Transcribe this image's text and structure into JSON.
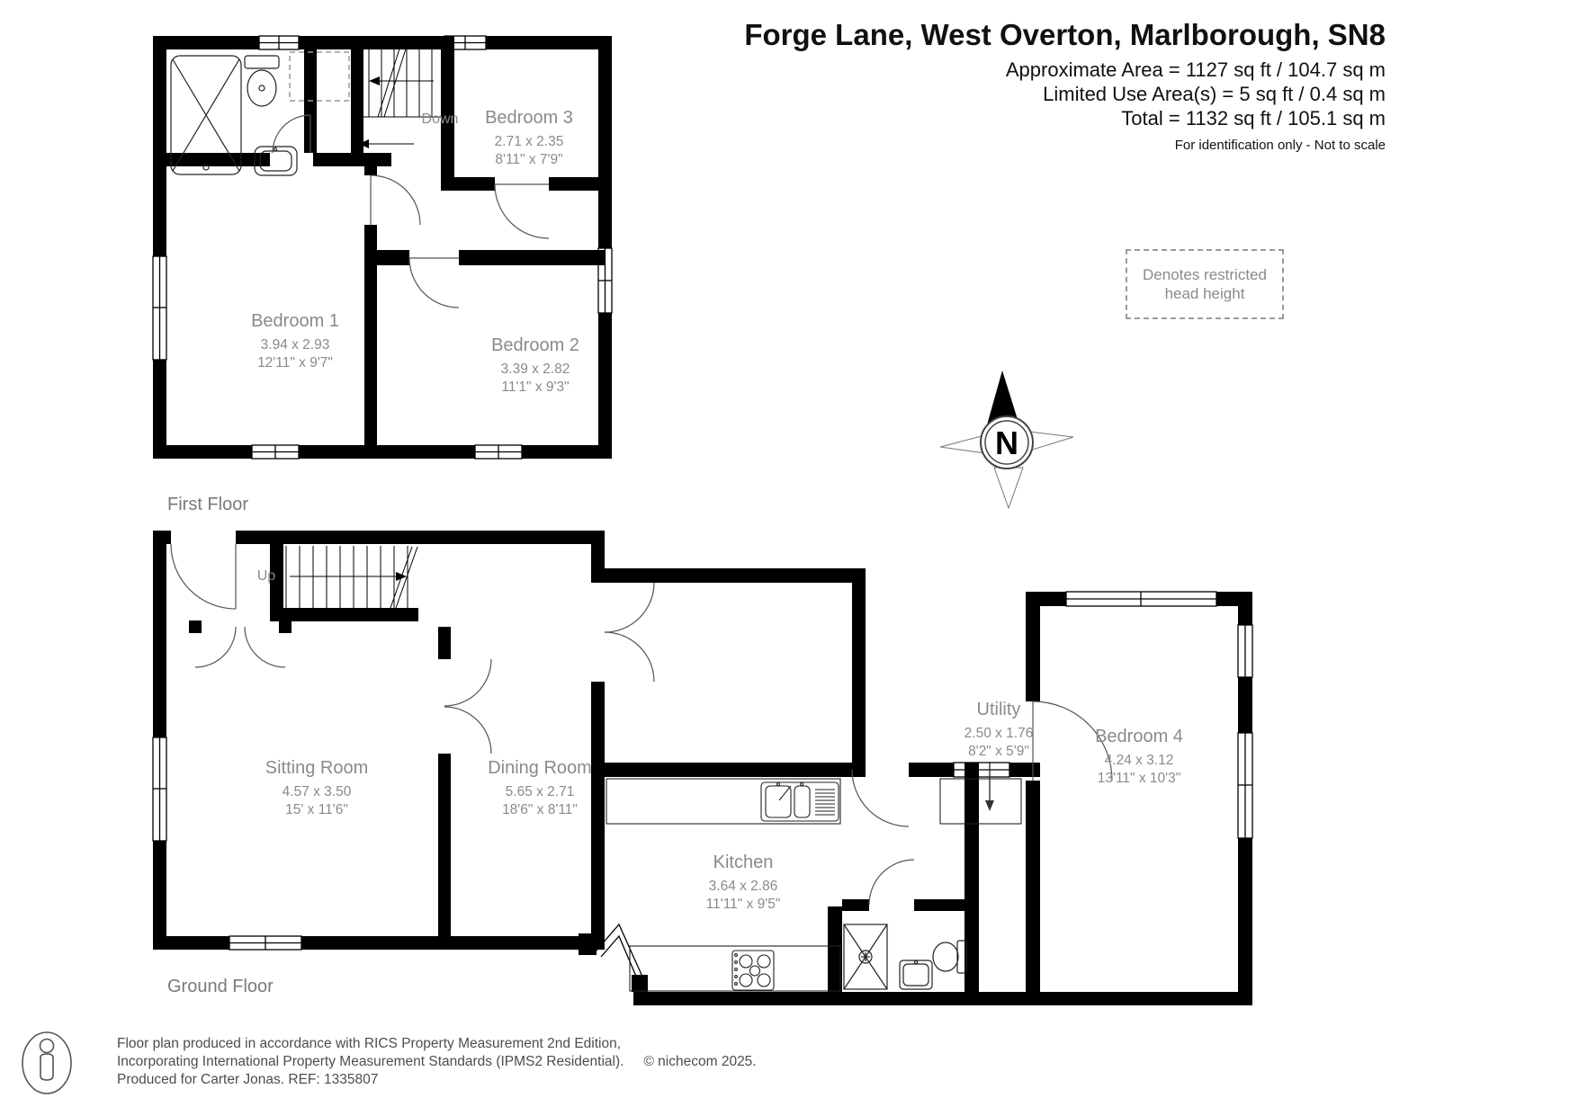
{
  "header": {
    "title": "Forge Lane, West Overton, Marlborough, SN8",
    "area_line1": "Approximate Area = 1127 sq ft / 104.7 sq m",
    "area_line2": "Limited Use Area(s) = 5 sq ft / 0.4 sq m",
    "area_line3": "Total = 1132 sq ft / 105.1 sq m",
    "disclaimer": "For identification only - Not to scale"
  },
  "legend": {
    "line1": "Denotes restricted",
    "line2": "head height"
  },
  "compass": {
    "label": "N"
  },
  "floors": {
    "first": {
      "label": "First Floor",
      "stairs_label": "Down",
      "rooms": [
        {
          "name": "Bedroom 1",
          "metric": "3.94 x 2.93",
          "imperial": "12'11\" x 9'7\""
        },
        {
          "name": "Bedroom 2",
          "metric": "3.39 x 2.82",
          "imperial": "11'1\" x 9'3\""
        },
        {
          "name": "Bedroom 3",
          "metric": "2.71 x 2.35",
          "imperial": "8'11\" x 7'9\""
        }
      ]
    },
    "ground": {
      "label": "Ground Floor",
      "stairs_label": "Up",
      "rooms": [
        {
          "name": "Sitting Room",
          "metric": "4.57 x 3.50",
          "imperial": "15' x 11'6\""
        },
        {
          "name": "Dining Room",
          "metric": "5.65 x 2.71",
          "imperial": "18'6\" x 8'11\""
        },
        {
          "name": "Kitchen",
          "metric": "3.64 x 2.86",
          "imperial": "11'11\" x 9'5\""
        },
        {
          "name": "Utility",
          "metric": "2.50 x 1.76",
          "imperial": "8'2\" x 5'9\""
        },
        {
          "name": "Bedroom 4",
          "metric": "4.24 x 3.12",
          "imperial": "13'11\" x 10'3\""
        }
      ]
    }
  },
  "footer": {
    "line1": "Floor plan produced in accordance with RICS Property Measurement 2nd Edition,",
    "line2": "Incorporating International Property Measurement Standards (IPMS2 Residential).",
    "copyright": "© nichecom 2025.",
    "line3": "Produced for Carter Jonas.   REF: 1335807"
  },
  "colors": {
    "wall": "#000000",
    "room_label": "#8a8a8a",
    "legend_border": "#9a9a9a",
    "door_arc": "#555555",
    "background": "#ffffff"
  }
}
